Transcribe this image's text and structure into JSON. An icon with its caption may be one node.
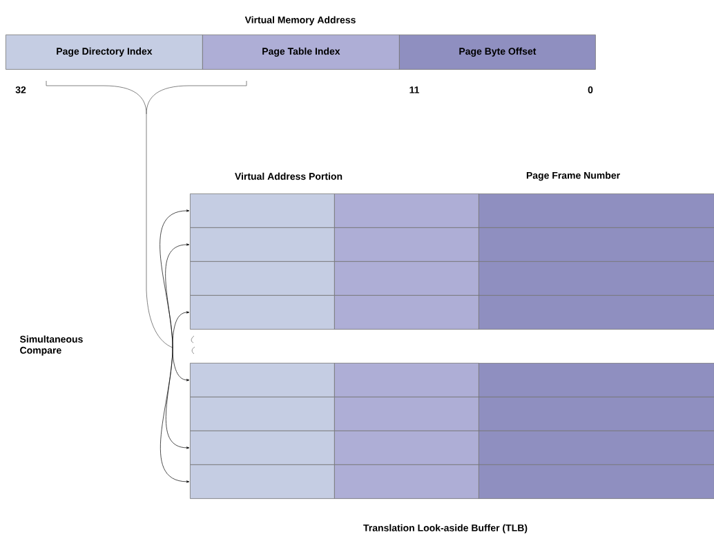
{
  "diagram": {
    "title": "Virtual Memory Address",
    "caption": "Translation Look-aside Buffer (TLB)",
    "nodes": [
      {
        "text": [
          "Page Directory Index"
        ]
      },
      {
        "text": [
          "Page Table Index"
        ]
      },
      {
        "text": [
          "Page Byte Offset"
        ]
      },
      {
        "text": [],
        "shape": "box"
      },
      {
        "text": [],
        "shape": "box"
      },
      {
        "text": [],
        "shape": "box"
      },
      {
        "text": [],
        "shape": "box"
      },
      {
        "text": [],
        "shape": "box"
      },
      {
        "text": [],
        "shape": "box"
      },
      {
        "text": [],
        "shape": "box"
      },
      {
        "text": [],
        "shape": "box"
      },
      {
        "text": [],
        "shape": "box"
      },
      {
        "text": [],
        "shape": "box"
      },
      {
        "text": [],
        "shape": "box"
      },
      {
        "text": [],
        "shape": "box"
      },
      {
        "text": [],
        "shape": "box"
      },
      {
        "text": [],
        "shape": "box"
      },
      {
        "text": [],
        "shape": "box"
      },
      {
        "text": [],
        "shape": "box"
      },
      {
        "text": [],
        "shape": "box"
      },
      {
        "text": [],
        "shape": "box"
      },
      {
        "text": [],
        "shape": "box"
      },
      {
        "text": [],
        "shape": "box"
      },
      {
        "text": [],
        "shape": "box"
      },
      {
        "text": [],
        "shape": "box"
      },
      {
        "text": [],
        "shape": "box"
      },
      {
        "text": [],
        "shape": "box"
      },
      {
        "text": [],
        "shape": "brace"
      }
    ],
    "edges": [
      {
        "from": 27,
        "to": 3,
        "arrow": "to"
      },
      {
        "from": 27,
        "to": 6,
        "arrow": "to"
      },
      {
        "from": 27,
        "to": 12,
        "arrow": "to"
      },
      {
        "from": 27,
        "to": 15,
        "arrow": "to"
      },
      {
        "from": 27,
        "to": 21,
        "arrow": "to"
      },
      {
        "from": 27,
        "to": 24,
        "arrow": "to"
      }
    ],
    "labels": [
      "32",
      "11",
      "0",
      "Virtual Address Portion",
      "Page Frame Number",
      "Simultaneous Compare"
    ]
  }
}
